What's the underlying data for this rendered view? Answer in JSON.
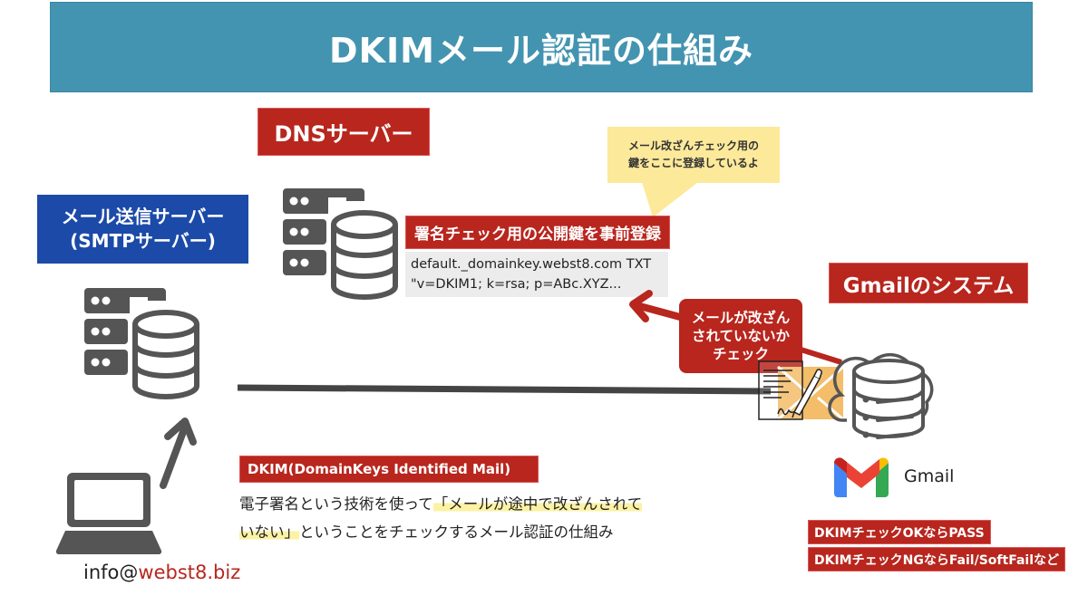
{
  "title": "DKIMメール認証の仕組み",
  "dns_server": {
    "label": "DNSサーバー",
    "key_label": "署名チェック用の公開鍵を事前登録",
    "txt_record": {
      "line1": "default._domainkey.webst8.com TXT",
      "line2": "\"v=DKIM1; k=rsa; p=ABc.XYZ..."
    },
    "speech_bubble": {
      "line1": "メール改ざんチェック用の",
      "line2": "鍵をここに登録しているよ"
    }
  },
  "smtp_server": {
    "line1": "メール送信サーバー",
    "line2": "(SMTPサーバー)"
  },
  "sender": {
    "local": "info@",
    "domain": "webst8.biz"
  },
  "gmail_system": {
    "label": "Gmailのシステム",
    "check_callout": [
      "メールが改ざん",
      "されていないか",
      "チェック"
    ],
    "logo_text": "Gmail",
    "results": {
      "pass": "DKIMチェックOKならPASS",
      "fail": "DKIMチェックNGならFail/SoftFailなど"
    }
  },
  "dkim_definition": {
    "label": "DKIM(DomainKeys Identified Mail)",
    "line1_plain": "電子署名という技術を使って",
    "line1_highlight": "「メールが途中で改ざんされて",
    "line2_highlight": "いない」",
    "line2_plain": "ということをチェックするメール認証の仕組み"
  },
  "colors": {
    "title_bg": "#4394b0",
    "accent_red": "#b8261e",
    "smtp_blue": "#1c4aa8",
    "bubble_yellow": "#fce99a",
    "icon_gray": "#555555",
    "envelope": "#f3bd6a"
  }
}
